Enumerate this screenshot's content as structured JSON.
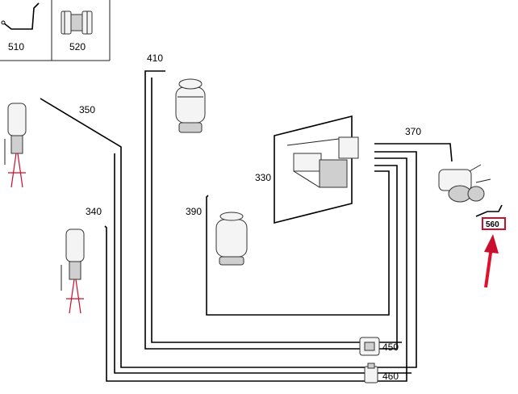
{
  "labels": {
    "p510": "510",
    "p520": "520",
    "p410": "410",
    "p350": "350",
    "p370": "370",
    "p330": "330",
    "p390": "390",
    "p340": "340",
    "p450": "450",
    "p460": "460",
    "p560": "560"
  },
  "colors": {
    "line": "#000000",
    "highlight": "#c8102e"
  },
  "icons": [
    "air-line-icon",
    "connector-icon",
    "air-spring-icon",
    "air-strut-icon",
    "compressor-icon",
    "valve-block-icon",
    "relay-icon",
    "fuse-icon",
    "arrow-icon"
  ]
}
